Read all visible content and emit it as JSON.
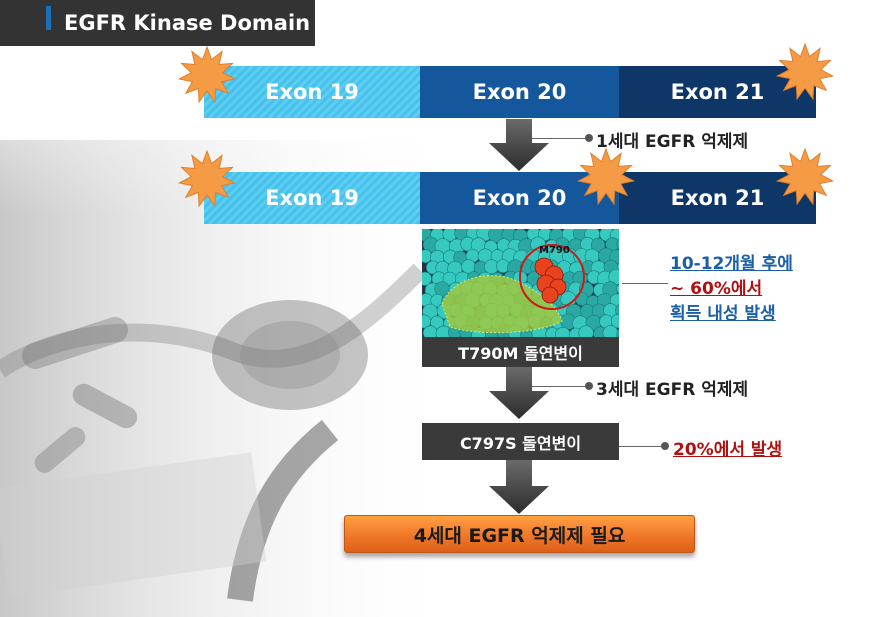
{
  "title": "EGFR Kinase Domain",
  "exon_rows": [
    {
      "labels": {
        "e19": "Exon 19",
        "e20": "Exon 20",
        "e21": "Exon 21"
      },
      "mutation_bursts": [
        "exon-19",
        "exon-21"
      ]
    },
    {
      "labels": {
        "e19": "Exon 19",
        "e20": "Exon 20",
        "e21": "Exon 21"
      },
      "mutation_bursts": [
        "exon-19",
        "exon-20",
        "exon-21"
      ]
    }
  ],
  "steps": {
    "first_gen": "1세대 EGFR 억제제",
    "t790m_image_label": "M790",
    "t790m": "T790M 돌연변이",
    "third_gen": "3세대 EGFR 억제제",
    "c797s": "C797S 돌연변이",
    "final": "4세대 EGFR 억제제 필요"
  },
  "notes": {
    "t790m_line1": "10-12개월 후에",
    "t790m_line2": "~ 60%에서",
    "t790m_line3": "획득 내성 발생",
    "c797s": "20%에서 발생"
  },
  "colors": {
    "title_bg": "#333333",
    "exon19": "#45c2ec",
    "exon20": "#14579c",
    "exon21": "#0e3768",
    "burst": "#f59a45",
    "mutation_box": "#3a3a3a",
    "final_box": "#f0782a",
    "note_blue": "#1a5fa6",
    "note_red": "#b01010"
  },
  "icons": [
    "mutation-burst-icon",
    "down-arrow-icon",
    "callout-dot-icon"
  ]
}
